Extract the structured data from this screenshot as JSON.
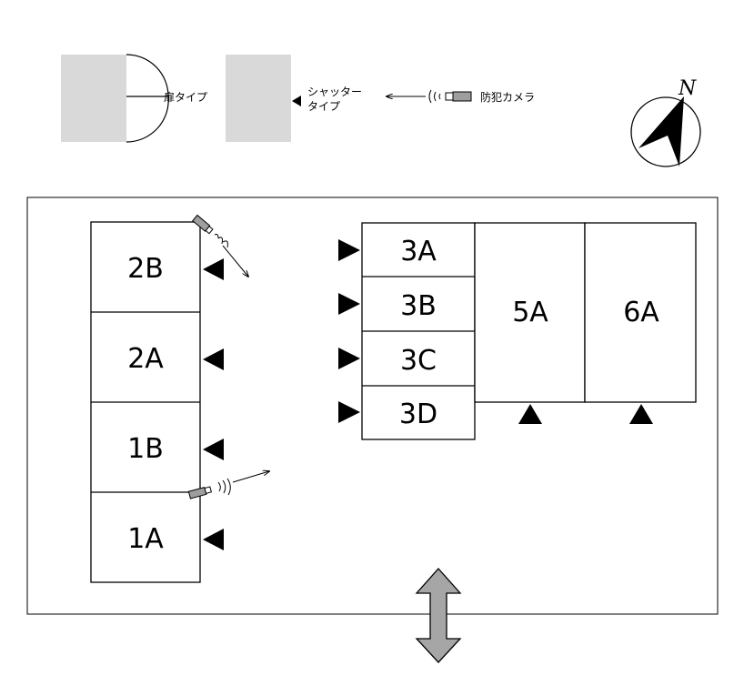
{
  "legend": {
    "door_type": "扉タイプ",
    "shutter_type_line1": "シャッター",
    "shutter_type_line2": "タイプ",
    "camera": "防犯カメラ"
  },
  "compass": {
    "north": "N"
  },
  "units": {
    "u2B": "2B",
    "u2A": "2A",
    "u1B": "1B",
    "u1A": "1A",
    "u3A": "3A",
    "u3B": "3B",
    "u3C": "3C",
    "u3D": "3D",
    "u5A": "5A",
    "u6A": "6A"
  },
  "colors": {
    "legend_fill": "#d9d9d9",
    "arrow_fill": "#a6a6a6",
    "line": "#000000"
  }
}
